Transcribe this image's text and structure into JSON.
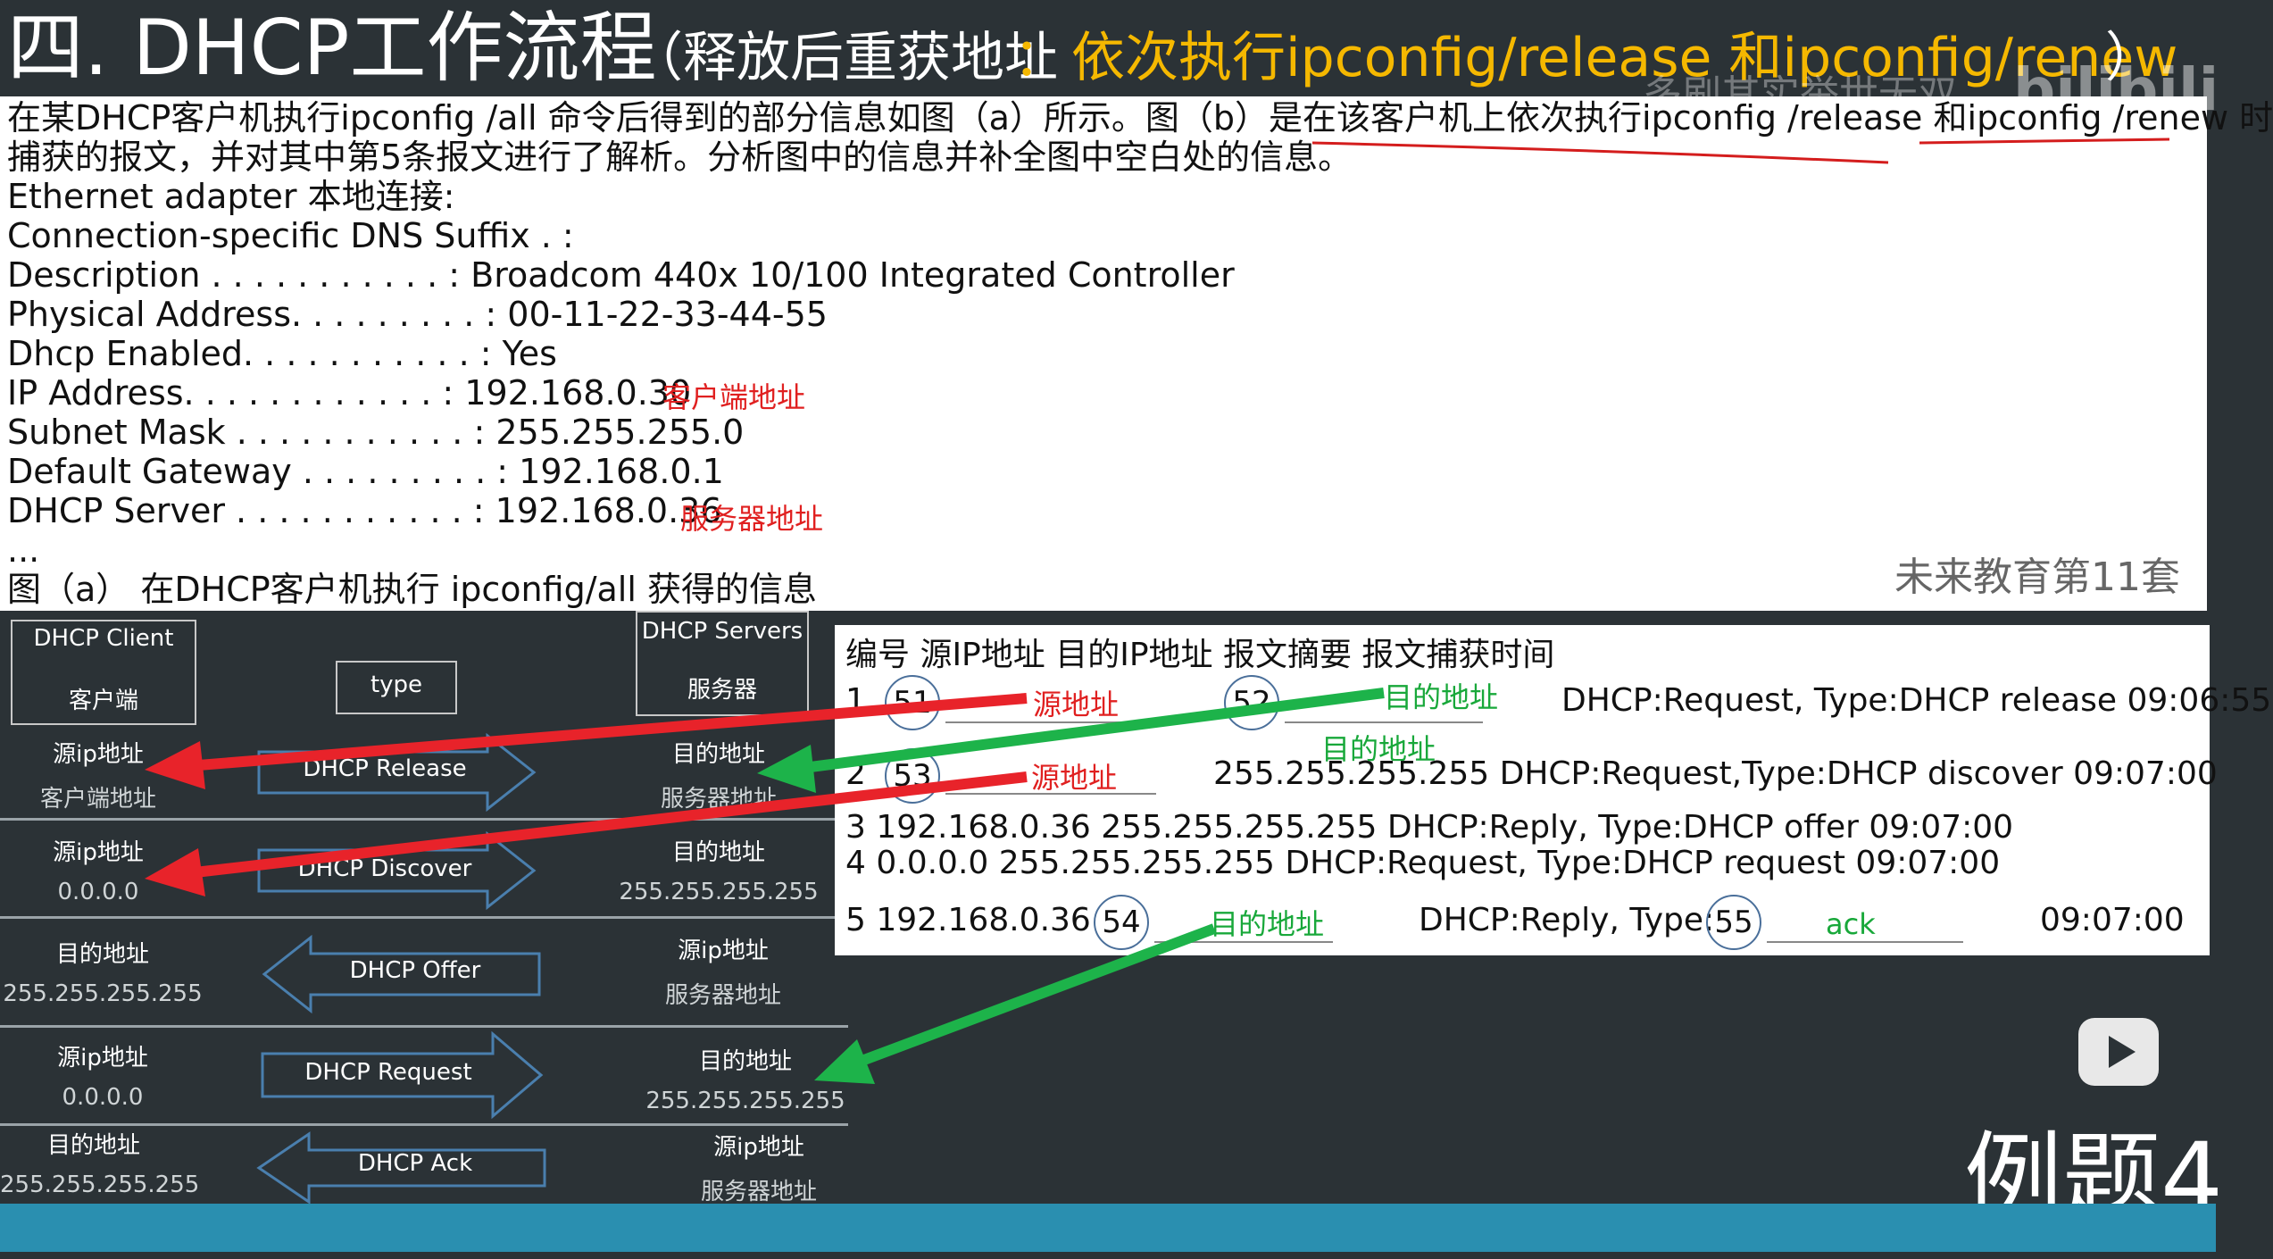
{
  "title": {
    "main": "四. DHCP工作流程",
    "paren_open": "（释放后重获地址",
    "colon": "：",
    "command": "依次执行ipconfig/release 和ipconfig/renew",
    "paren_close": "）",
    "watermark": "多刷其实举世无双",
    "logo": "bilibili"
  },
  "document": {
    "lines": [
      "在某DHCP客户机执行ipconfig /all 命令后得到的部分信息如图（a）所示。图（b）是在该客户机上依次执行ipconfig /release 和ipconfig /renew 时",
      "捕获的报文，并对其中第5条报文进行了解析。分析图中的信息并补全图中空白处的信息。",
      "Ethernet adapter 本地连接:",
      "Connection-specific DNS Suffix . :",
      "Description . . . . . . . . . . . : Broadcom 440x 10/100 Integrated Controller",
      "Physical Address. . . . . . . . . : 00-11-22-33-44-55",
      "Dhcp Enabled. . . . . . . . . . . : Yes",
      "IP Address. . . . . . . . . . . . : 192.168.0.30",
      "Subnet Mask . . . . . . . . . . . : 255.255.255.0",
      "Default Gateway . . . . . . . . . : 192.168.0.1",
      "DHCP Server . . . . . . . . . . . : 192.168.0.36",
      "...",
      "图（a） 在DHCP客户机执行 ipconfig/all 获得的信息"
    ],
    "note_client": "客户端地址",
    "note_server": "服务器地址",
    "brand": "未来教育第11套"
  },
  "diagram": {
    "client_title": "DHCP Client",
    "client_sub": "客户端",
    "type_label": "type",
    "server_title": "DHCP Servers",
    "server_sub": "服务器",
    "rows": [
      {
        "left_a": "源ip地址",
        "left_b": "客户端地址",
        "msg": "DHCP Release",
        "right_a": "目的地址",
        "right_b": "服务器地址",
        "dir": "right"
      },
      {
        "left_a": "源ip地址",
        "left_b": "0.0.0.0",
        "msg": "DHCP Discover",
        "right_a": "目的地址",
        "right_b": "255.255.255.255",
        "dir": "right"
      },
      {
        "left_a": "目的地址",
        "left_b": "255.255.255.255",
        "msg": "DHCP Offer",
        "right_a": "源ip地址",
        "right_b": "服务器地址",
        "dir": "left"
      },
      {
        "left_a": "源ip地址",
        "left_b": "0.0.0.0",
        "msg": "DHCP Request",
        "right_a": "目的地址",
        "right_b": "255.255.255.255",
        "dir": "right"
      },
      {
        "left_a": "目的地址",
        "left_b": "255.255.255.255",
        "msg": "DHCP Ack",
        "right_a": "源ip地址",
        "right_b": "服务器地址",
        "dir": "left"
      }
    ]
  },
  "table": {
    "header": "编号 源IP地址 目的IP地址 报文摘要 报文捕获时间",
    "row1_no": "1",
    "row1_blank_src": "51",
    "row1_blank_dst": "52",
    "row1_rest": "DHCP:Request, Type:DHCP release 09:06:55",
    "row2_no": "2",
    "row2_blank_src": "53",
    "row2_rest": "255.255.255.255 DHCP:Request,Type:DHCP discover 09:07:00",
    "row3": "3 192.168.0.36 255.255.255.255 DHCP:Reply, Type:DHCP offer 09:07:00",
    "row4": "4 0.0.0.0 255.255.255.255 DHCP:Request, Type:DHCP request 09:07:00",
    "row5_prefix": "5 192.168.0.36",
    "row5_blank_dst": "54",
    "row5_mid": "DHCP:Reply, Type:",
    "row5_blank_type": "55",
    "row5_time": "09:07:00",
    "notes": {
      "src1": "源地址",
      "dst1": "目的地址",
      "dst1b": "目的地址",
      "src2": "源地址",
      "dst5": "目的地址",
      "ack": "ack"
    }
  },
  "example_label": "例题4",
  "colors": {
    "red_arrow": "#e8232a",
    "green_arrow": "#1db34a",
    "accent_title": "#f5b800",
    "bottom_bar": "#2a8fb0"
  }
}
